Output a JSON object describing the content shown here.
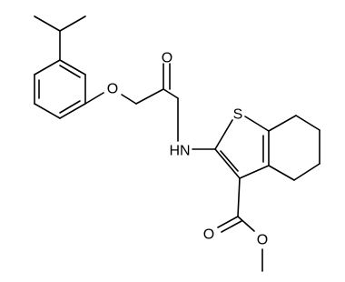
{
  "atoms": {
    "ether_oxygen": "O",
    "carbonyl_oxygen_amide": "O",
    "amide_nh": "HN",
    "thiophene_sulfur": "S",
    "ester_carbonyl_oxygen": "O",
    "ester_oxygen": "O"
  },
  "colors": {
    "bond": "#000000",
    "text": "#000000",
    "background": "#ffffff"
  }
}
